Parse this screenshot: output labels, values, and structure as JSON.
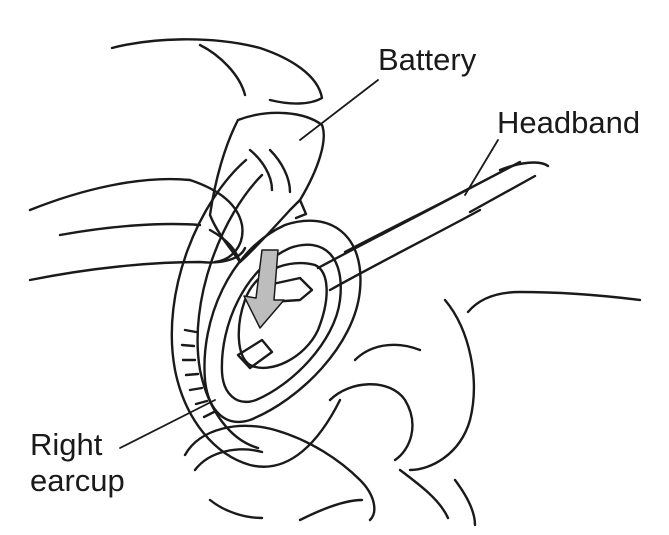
{
  "labels": {
    "battery": "Battery",
    "headband": "Headband",
    "earcup_line1": "Right",
    "earcup_line2": "earcup"
  },
  "colors": {
    "stroke": "#1a1a1a",
    "fill": "#ffffff",
    "shade": "#bdbdbd"
  }
}
